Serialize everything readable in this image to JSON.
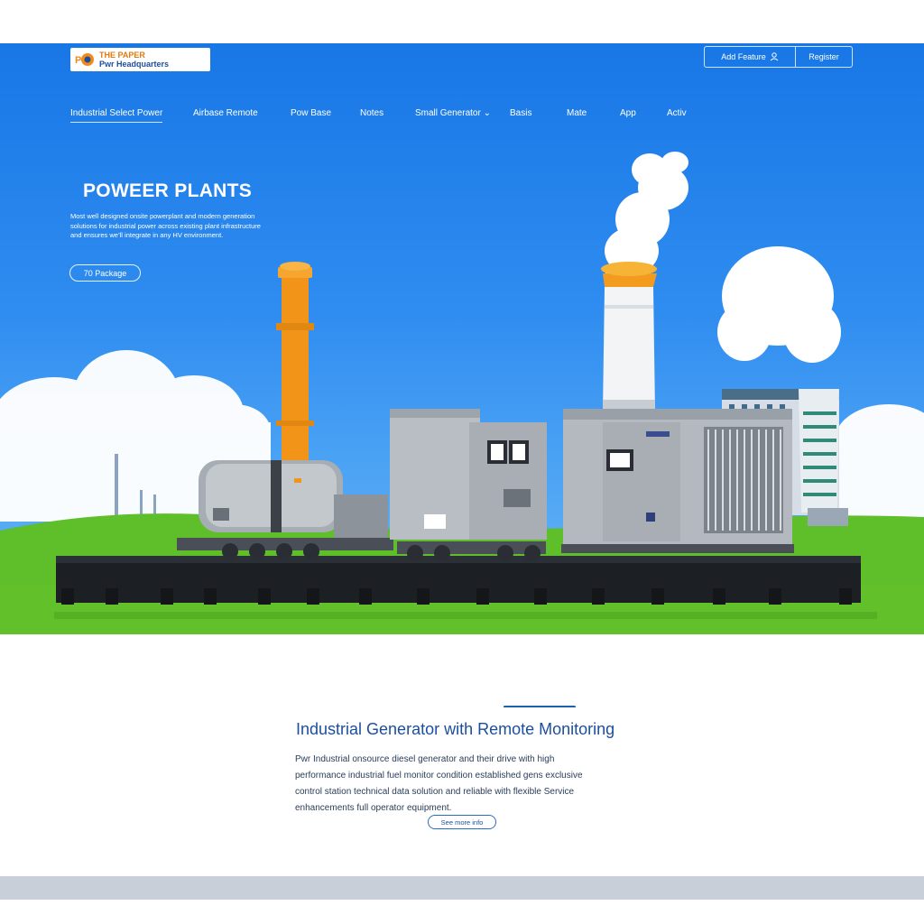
{
  "header": {
    "logo": {
      "line1": "THE PAPER",
      "line2": "Pwr Headquarters",
      "mark_letter": "P",
      "brand_orange": "#f08a1c",
      "brand_blue": "#1b4f9c"
    },
    "actions": [
      {
        "label": "Add Feature",
        "icon": "user-icon"
      },
      {
        "label": "Register",
        "icon": "login-icon"
      }
    ]
  },
  "nav": {
    "items": [
      {
        "label": "Industrial Select Power",
        "active": true
      },
      {
        "label": "Airbase Remote"
      },
      {
        "label": "Pow Base"
      },
      {
        "label": "Notes"
      },
      {
        "label": "Small Generator",
        "dropdown": true
      },
      {
        "label": "Basis"
      },
      {
        "label": "Mate"
      },
      {
        "label": "App"
      },
      {
        "label": "Activ"
      }
    ]
  },
  "hero": {
    "title": "POWEER PLANTS",
    "description": "Most well designed onsite powerplant and modern generation solutions for industrial power across existing plant infrastructure and ensures we’ll integrate in any HV environment.",
    "cta_label": "70 Package",
    "sky_color": "#1877e6",
    "grass_color": "#5fbf2a"
  },
  "section": {
    "title": "Industrial Generator with Remote Monitoring",
    "body": "Pwr Industrial onsource diesel generator and their drive with high performance industrial fuel monitor condition established gens exclusive control station technical data solution and reliable with flexible Service enhancements full operator equipment.",
    "button_label": "See more info"
  }
}
